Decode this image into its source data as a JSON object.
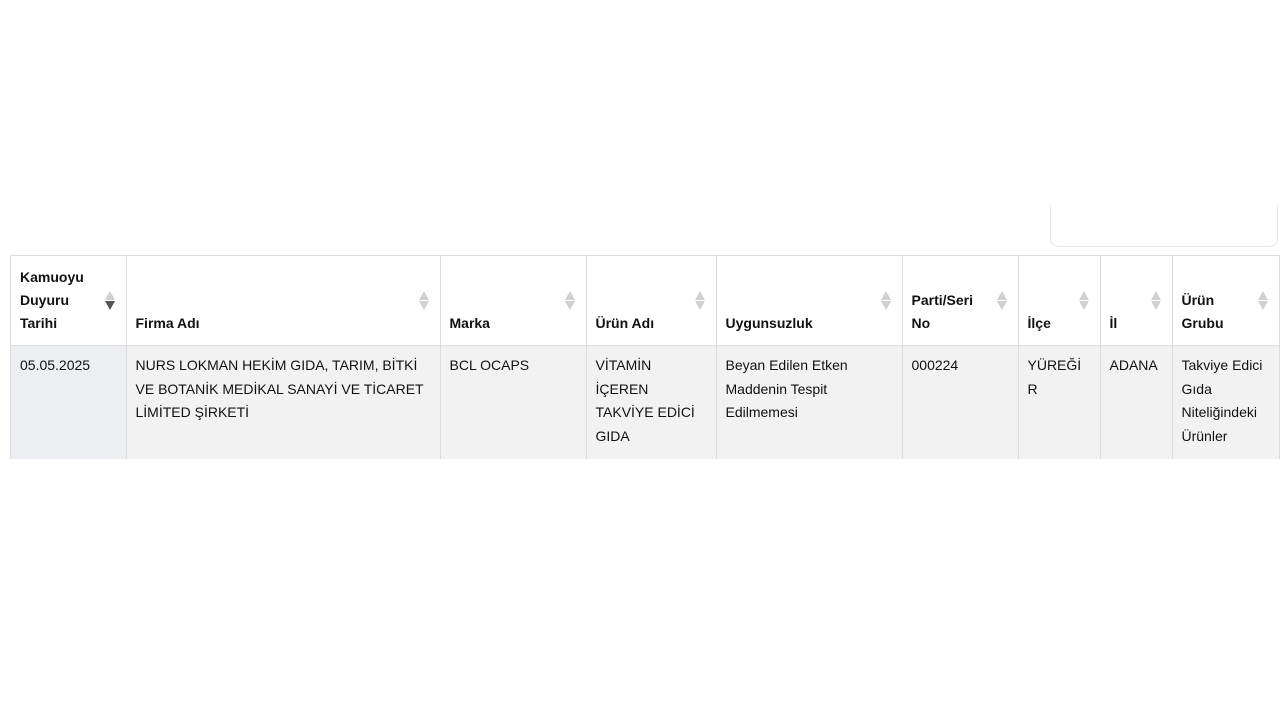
{
  "table": {
    "columns": [
      {
        "label": "Kamuoyu Duyuru Tarihi",
        "sort_state": "descending"
      },
      {
        "label": "Firma Adı",
        "sort_state": "none"
      },
      {
        "label": "Marka",
        "sort_state": "none"
      },
      {
        "label": "Ürün Adı",
        "sort_state": "none"
      },
      {
        "label": "Uygunsuzluk",
        "sort_state": "none"
      },
      {
        "label": "Parti/Seri No",
        "sort_state": "none"
      },
      {
        "label": "İlçe",
        "sort_state": "none"
      },
      {
        "label": "İl",
        "sort_state": "none"
      },
      {
        "label": "Ürün Grubu",
        "sort_state": "none"
      }
    ],
    "rows": [
      {
        "date": "05.05.2025",
        "company": "NURS LOKMAN HEKİM GIDA, TARIM, BİTKİ VE BOTANİK MEDİKAL SANAYİ VE TİCARET LİMİTED ŞİRKETİ",
        "brand": "BCL OCAPS",
        "product": "VİTAMİN İÇEREN TAKVİYE EDİCİ GIDA",
        "nonconformity": "Beyan Edilen Etken Maddenin Tespit Edilmemesi",
        "batch": "000224",
        "district": "YÜREĞİR",
        "province": "ADANA",
        "group": "Takviye Edici Gıda Niteliğindeki Ürünler"
      }
    ]
  },
  "colors": {
    "row_background": "#f2f2f2",
    "border": "#dcdcdc",
    "sort_inactive": "#d0d0d0",
    "sort_active": "#555555"
  }
}
